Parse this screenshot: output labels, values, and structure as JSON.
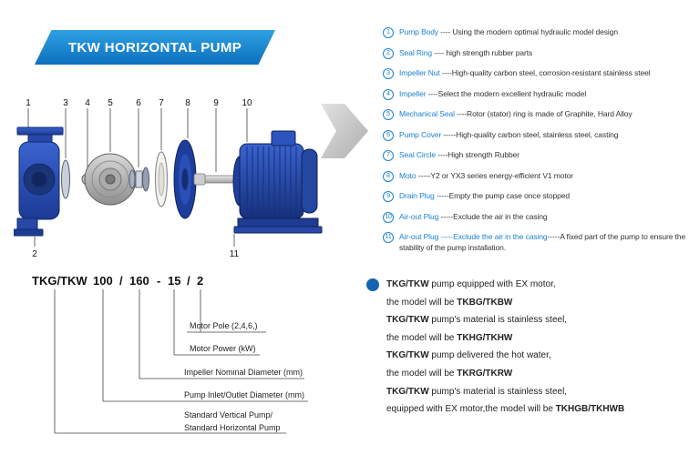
{
  "banner": {
    "title": "TKW HORIZONTAL PUMP"
  },
  "diagram": {
    "top_labels": [
      "1",
      "3",
      "4",
      "5",
      "6",
      "7",
      "8",
      "9",
      "10"
    ],
    "bottom_labels": [
      "2",
      "11"
    ]
  },
  "parts_list": {
    "items": [
      {
        "num": "1",
        "name": "Pump Body",
        "desc": " ---- Using the modern optimal hydraulic model design"
      },
      {
        "num": "2",
        "name": "Seal Ring",
        "desc": " ---- high strength rubber parts"
      },
      {
        "num": "3",
        "name": "Impeller Nut",
        "desc": " ----High-quality carbon steel, corrosion-resistant stainless steel"
      },
      {
        "num": "4",
        "name": "Impeller",
        "desc": " ----Select the modern excellent hydraulic model"
      },
      {
        "num": "5",
        "name": "Mechanical Seal",
        "desc": " ----Rotor (stator) ring is made of Graphite, Hard Alloy"
      },
      {
        "num": "6",
        "name": "Pump Cover",
        "desc": " -----High-quality carbon steel, stainless steel, casting"
      },
      {
        "num": "7",
        "name": "Seal Circle",
        "desc": " ----High strength Rubber"
      },
      {
        "num": "8",
        "name": "Moto",
        "desc": " -----Y2 or YX3 series energy-efficient V1 motor"
      },
      {
        "num": "9",
        "name": "Drain Plug",
        "desc": " -----Empty the pump case once stopped"
      },
      {
        "num": "10",
        "name": "Air-out Plug",
        "desc": " -----Exclude the air in the casing"
      },
      {
        "num": "11",
        "name": "Air-out Plug -----Exclude the air in the casing",
        "desc": "-----A fixed part of the pump to ensure the stability of the pump installation."
      }
    ]
  },
  "model_code": {
    "tokens": [
      "TKG/TKW",
      "100",
      "/",
      "160",
      "-",
      "15",
      "/",
      "2"
    ],
    "labels": [
      "Motor Pole (2,4,6,)",
      "Motor Power (kW)",
      "Impeller Nominal Diameter (mm)",
      "Pump Inlet/Outlet Diameter (mm)",
      "Standard Vertical Pump/",
      "Standard Horizontal Pump"
    ]
  },
  "notes": {
    "items": [
      {
        "l1_bold": "TKG/TKW",
        "l1_rest": " pump equipped with EX motor,",
        "l2_rest": "the model will be ",
        "l2_bold": "TKBG/TKBW"
      },
      {
        "l1_bold": "TKG/TKW",
        "l1_rest": " pump's material is stainless steel,",
        "l2_rest": "the model will be ",
        "l2_bold": "TKHG/TKHW"
      },
      {
        "l1_bold": "TKG/TKW",
        "l1_rest": " pump delivered the hot water,",
        "l2_rest": "the model will be ",
        "l2_bold": "TKRG/TKRW"
      },
      {
        "l1_bold": "TKG/TKW",
        "l1_rest": " pump's material is stainless steel,",
        "l2_rest": "equipped with EX motor,the model will be ",
        "l2_bold": "TKHGB/TKHWB"
      }
    ]
  },
  "colors": {
    "accent_blue": "#1b82d2",
    "banner_top": "#2ea1e3",
    "banner_bottom": "#0d6fbd",
    "motor_blue": "#1e3f9c",
    "note_dot": "#1663b0"
  }
}
